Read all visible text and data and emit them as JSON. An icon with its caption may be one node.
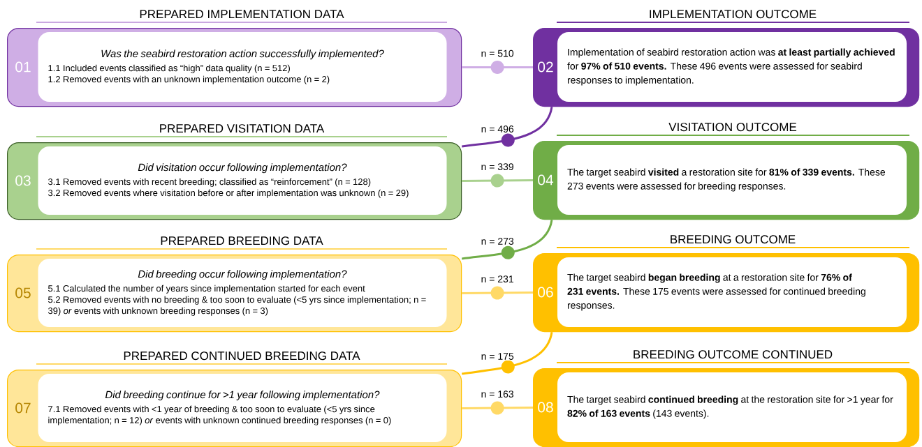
{
  "diagram": {
    "nodes": [
      {
        "text": [
          "PREPARED IMPLEMENTATION DATA",
          "01",
          "Was the seabird restoration action successfully implemented?",
          "1.1 Included events classified as “high” data quality (n = 512)",
          "1.2 Removed events with an unknown implementation outcome (n = 2)"
        ]
      },
      {
        "text": [
          "IMPLEMENTATION OUTCOME",
          "02",
          "Implementation of seabird restoration action was **at least partially achieved** for **97% of 510 events.** These 496 events were assessed for seabird responses to implementation."
        ]
      },
      {
        "text": [
          "PREPARED VISITATION DATA",
          "03",
          "Did visitation occur following implementation?",
          "3.1 Removed events with recent breeding; classified as “reinforcement” (n = 128)",
          "3.2 Removed events where visitation before or after implementation was unknown (n = 29)"
        ]
      },
      {
        "text": [
          "VISITATION OUTCOME",
          "04",
          "The target seabird **visited** a restoration site for **81% of 339 events.** These 273 events were assessed for breeding responses."
        ]
      },
      {
        "text": [
          "PREPARED BREEDING DATA",
          "05",
          "Did breeding occur following implementation?",
          "5.1 Calculated the number of years since implementation started for each event",
          "5.2 Removed events with no breeding & too soon to evaluate (<5 yrs since implementation; n = 39) *or* events with unknown breeding responses (n = 3)"
        ]
      },
      {
        "text": [
          "BREEDING OUTCOME",
          "06",
          "The target seabird **began breeding** at a restoration site for **76% of 231 events.** These 175 events were assessed for continued breeding responses."
        ]
      },
      {
        "text": [
          "PREPARED CONTINUED BREEDING DATA",
          "07",
          "Did breeding continue for >1 year following implementation?",
          "7.1 Removed events with <1 year of breeding & too soon to evaluate (<5 yrs since implementation; n = 12) *or* events with unknown continued breeding responses (n = 0)"
        ]
      },
      {
        "text": [
          "BREEDING OUTCOME CONTINUED",
          "08",
          "The target seabird **continued breeding** at the restoration site for >1 year for **82% of 163 events** (143 events)."
        ]
      }
    ],
    "edges": [
      {
        "from": 0,
        "to": 1,
        "arrow": "none",
        "label": "n = 510",
        "color": "#cfaee5"
      },
      {
        "from": 1,
        "to": 2,
        "arrow": "none",
        "label": "n = 496",
        "color": "#7030a0"
      },
      {
        "from": 2,
        "to": 3,
        "arrow": "none",
        "label": "n = 339",
        "color": "#a9d18e"
      },
      {
        "from": 3,
        "to": 4,
        "arrow": "none",
        "label": "n = 273",
        "color": "#70ad47"
      },
      {
        "from": 4,
        "to": 5,
        "arrow": "none",
        "label": "n = 231",
        "color": "#ffd966"
      },
      {
        "from": 5,
        "to": 6,
        "arrow": "none",
        "label": "n = 175",
        "color": "#ffc000"
      },
      {
        "from": 6,
        "to": 7,
        "arrow": "none",
        "label": "n = 163",
        "color": "#ffd966"
      }
    ]
  }
}
